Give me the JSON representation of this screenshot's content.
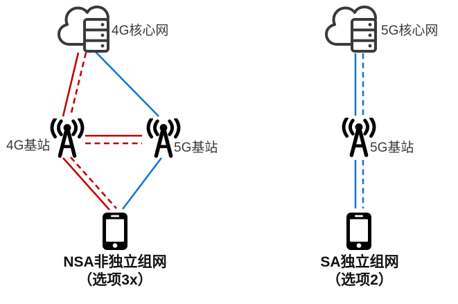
{
  "colors": {
    "red": "#C00000",
    "blue": "#1B76C5",
    "icon": "#3A3A3A",
    "label": "#3A3A3A",
    "caption": "#111111"
  },
  "left_diagram": {
    "core_label": "4G核心网",
    "base_station_left_label": "4G基站",
    "base_station_right_label": "5G基站",
    "caption_line1": "NSA非独立组网",
    "caption_line2": "（选项3x）"
  },
  "right_diagram": {
    "core_label": "5G核心网",
    "base_station_label": "5G基站",
    "caption_line1": "SA独立组网",
    "caption_line2": "（选项2）"
  },
  "icons": {
    "core_network": "cloud-server-icon",
    "base_station": "antenna-icon",
    "user_device": "smartphone-icon"
  }
}
